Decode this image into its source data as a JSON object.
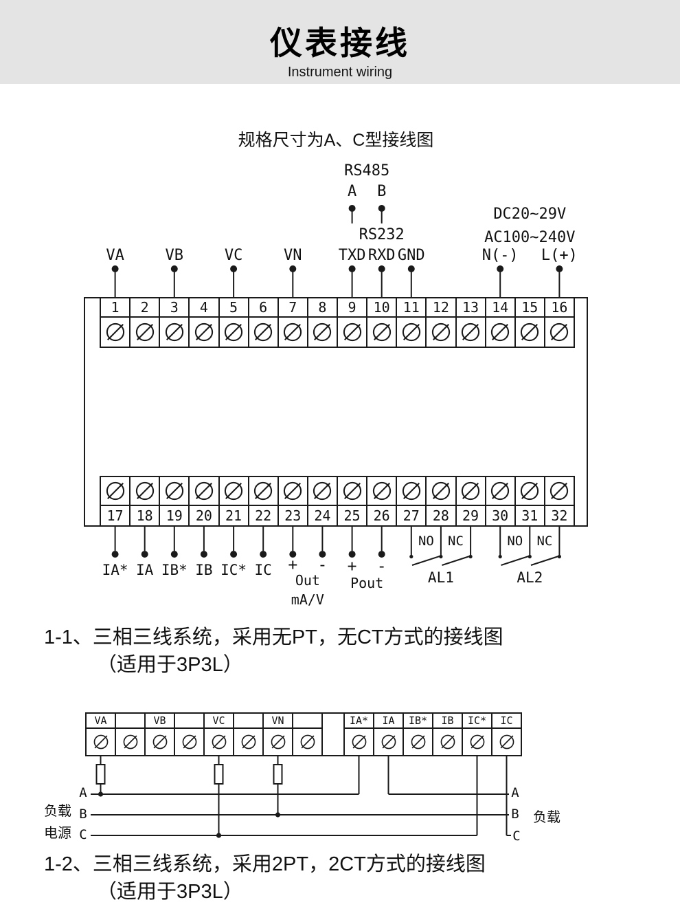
{
  "header": {
    "title": "仪表接线",
    "subtitle": "Instrument wiring"
  },
  "diagram1": {
    "title": "规格尺寸为A、C型接线图",
    "rs485": {
      "label": "RS485",
      "a": "A",
      "b": "B"
    },
    "rs232_label": "RS232",
    "power": {
      "dc": "DC20~29V",
      "ac": "AC100~240V",
      "n": "N(-)",
      "l": "L(+)"
    },
    "top_signals": [
      "VA",
      "VB",
      "VC",
      "VN",
      "TXD",
      "RXD",
      "GND"
    ],
    "top_terminal_numbers": [
      "1",
      "2",
      "3",
      "4",
      "5",
      "6",
      "7",
      "8",
      "9",
      "10",
      "11",
      "12",
      "13",
      "14",
      "15",
      "16"
    ],
    "bottom_terminal_numbers": [
      "17",
      "18",
      "19",
      "20",
      "21",
      "22",
      "23",
      "24",
      "25",
      "26",
      "27",
      "28",
      "29",
      "30",
      "31",
      "32"
    ],
    "bottom_signals": [
      "IA*",
      "IA",
      "IB*",
      "IB",
      "IC*",
      "IC"
    ],
    "analog_output": {
      "plus": "+",
      "minus": "-",
      "label": "Out",
      "unit": "mA/V"
    },
    "pulse_output": {
      "plus": "+",
      "minus": "-",
      "label": "Pout"
    },
    "relay1": {
      "no": "NO",
      "nc": "NC",
      "label": "AL1"
    },
    "relay2": {
      "no": "NO",
      "nc": "NC",
      "label": "AL2"
    }
  },
  "section_1_1": {
    "heading": "1-1、三相三线系统，采用无PT，无CT方式的接线图",
    "subheading": "（适用于3P3L）"
  },
  "diagram2": {
    "voltage_terminals": [
      "VA",
      "",
      "VB",
      "",
      "VC",
      "",
      "VN",
      ""
    ],
    "current_terminals": [
      "IA*",
      "IA",
      "IB*",
      "IB",
      "IC*",
      "IC"
    ],
    "left_labels": {
      "load": "负载",
      "source": "电源",
      "a": "A",
      "b": "B",
      "c": "C"
    },
    "right_labels": {
      "a": "A",
      "b": "B",
      "c": "C",
      "load": "负载"
    }
  },
  "section_1_2": {
    "heading": "1-2、三相三线系统，采用2PT，2CT方式的接线图",
    "subheading": "（适用于3P3L）"
  }
}
